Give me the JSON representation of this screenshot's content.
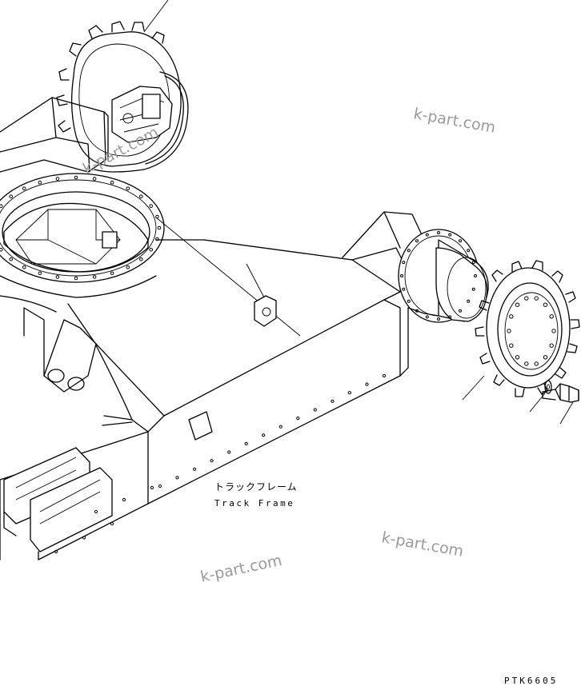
{
  "labels": {
    "part_name_jp": "トラックフレーム",
    "part_name_en": "Track Frame",
    "drawing_code": "PTK6605"
  },
  "watermarks": [
    "k-part.com",
    "k-part.com",
    "k-part.com",
    "k-part.com"
  ]
}
